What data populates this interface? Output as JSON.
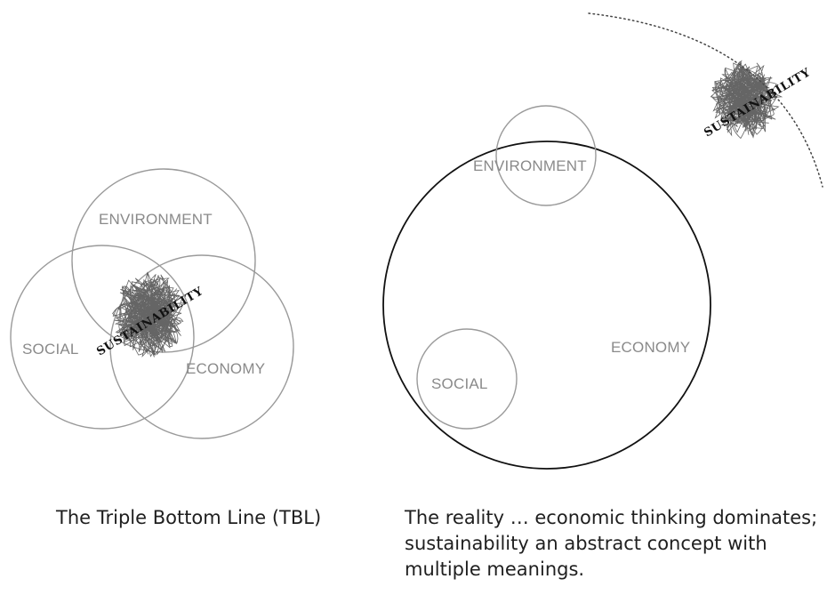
{
  "left_diagram": {
    "environment_label": "ENVIRONMENT",
    "social_label": "SOCIAL",
    "economy_label": "ECONOMY",
    "sustainability_label": "SUSTAINABILITY",
    "caption": "The Triple Bottom Line (TBL)"
  },
  "right_diagram": {
    "environment_label": "ENVIRONMENT",
    "social_label": "SOCIAL",
    "economy_label": "ECONOMY",
    "sustainability_label": "SUSTAINABILITY",
    "caption": "The reality … economic thinking dominates; sustainability an abstract concept with multiple meanings."
  },
  "colors": {
    "circle_stroke": "#9a9a9a",
    "economy_circle_stroke": "#111111",
    "label": "#8a8a8a",
    "scribble": "#4a4a4a",
    "caption_text": "#1f1f1f"
  }
}
